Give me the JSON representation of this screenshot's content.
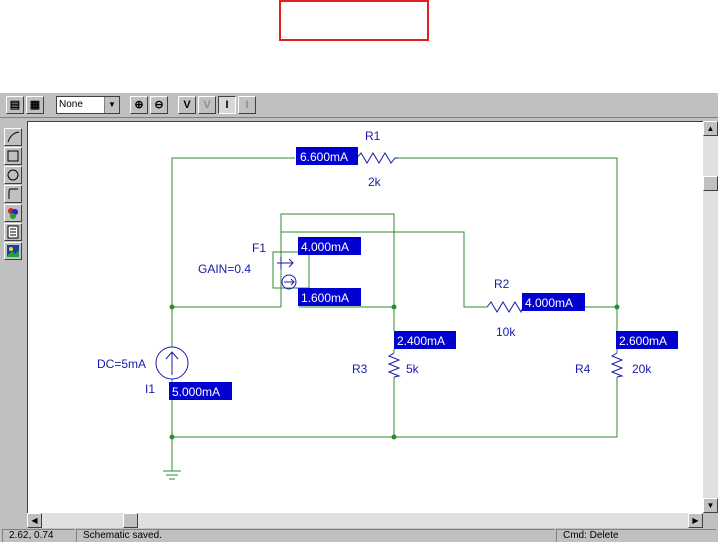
{
  "toolbar": {
    "zoom_select": "None"
  },
  "components": {
    "r1": {
      "name": "R1",
      "value": "2k",
      "current": "6.600mA"
    },
    "r2": {
      "name": "R2",
      "value": "10k",
      "current": "4.000mA"
    },
    "r3": {
      "name": "R3",
      "value": "5k",
      "current": "2.400mA"
    },
    "r4": {
      "name": "R4",
      "value": "20k",
      "current": "2.600mA"
    },
    "f1": {
      "name": "F1",
      "gain": "GAIN=0.4",
      "current_top": "4.000mA",
      "current_bottom": "1.600mA"
    },
    "i1": {
      "name": "I1",
      "dc": "DC=5mA",
      "current": "5.000mA"
    }
  },
  "statusbar": {
    "coords": "2.62, 0.74",
    "message": "Schematic saved.",
    "command": "Cmd: Delete"
  },
  "colors": {
    "wire": "#2e8b2e",
    "label": "#1a1aa8",
    "current_bg": "#0000d0",
    "frame": "#c0c0c0"
  }
}
